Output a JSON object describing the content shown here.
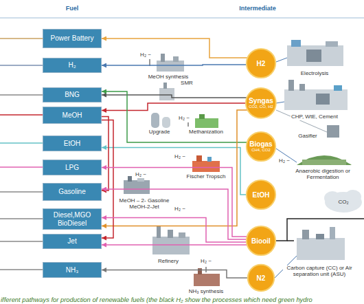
{
  "diagram": {
    "caption": "ifferent pathways for production of renewable fuels (the black H₂ show the processes which need green hydro",
    "nodes": [
      {
        "text": [
          "Power Battery"
        ]
      },
      {
        "text": [
          "H₂"
        ]
      },
      {
        "text": [
          "BNG"
        ]
      },
      {
        "text": [
          "MeOH"
        ]
      },
      {
        "text": [
          "EtOH"
        ]
      },
      {
        "text": [
          "LPG"
        ]
      },
      {
        "text": [
          "Gasoline"
        ]
      },
      {
        "text": [
          "Diesel,MGO BioDiesel"
        ]
      },
      {
        "text": [
          "Jet"
        ]
      },
      {
        "text": [
          "NH₃"
        ]
      },
      {
        "text": [
          "H2"
        ]
      },
      {
        "text": [
          "Syngas",
          "CO2, CO, H2"
        ]
      },
      {
        "text": [
          "Biogas",
          "CH4, CO2"
        ]
      },
      {
        "text": [
          "EtOH"
        ]
      },
      {
        "text": [
          "Biooil"
        ]
      },
      {
        "text": [
          "N2"
        ]
      }
    ],
    "edges": [
      {
        "from": 10,
        "to": 0,
        "arrow": "to"
      },
      {
        "from": 10,
        "to": 1,
        "arrow": "to"
      },
      {
        "from": 11,
        "to": 3,
        "arrow": "to"
      },
      {
        "from": 11,
        "to": 2,
        "arrow": "to"
      },
      {
        "from": 12,
        "to": 2,
        "arrow": "to"
      },
      {
        "from": 13,
        "to": 4,
        "arrow": "to"
      },
      {
        "from": 11,
        "to": 7,
        "arrow": "to"
      },
      {
        "from": 3,
        "to": 6,
        "arrow": "to"
      },
      {
        "from": 3,
        "to": 8,
        "arrow": "to"
      },
      {
        "from": 14,
        "to": 5,
        "arrow": "to"
      },
      {
        "from": 14,
        "to": 6,
        "arrow": "to"
      },
      {
        "from": 14,
        "to": 7,
        "arrow": "to"
      },
      {
        "from": 14,
        "to": 8,
        "arrow": "to"
      },
      {
        "from": 15,
        "to": 9,
        "arrow": "to"
      }
    ],
    "labels": [
      "Fuel",
      "Intermediate",
      "H₂ ~",
      "MeOH synthesis",
      "Electrolysis",
      "SMR",
      "CHP, WtE, Cement",
      "H₂ ~",
      "Gasifier",
      "Upgrade",
      "Methanization",
      "H₂ ~",
      "H₂ ~",
      "Anaerobic digestion or Fermentation",
      "H₂ ~",
      "Fischer Tropsch",
      "MeOH – 2- Gasoline MeOH-2-Jet",
      "CO₂",
      "H₂ ~",
      "H₂ ~",
      "Refinery",
      "Carbon capture (CC) or Air separation unit (ASU)",
      "NH₃ synthesis"
    ]
  }
}
